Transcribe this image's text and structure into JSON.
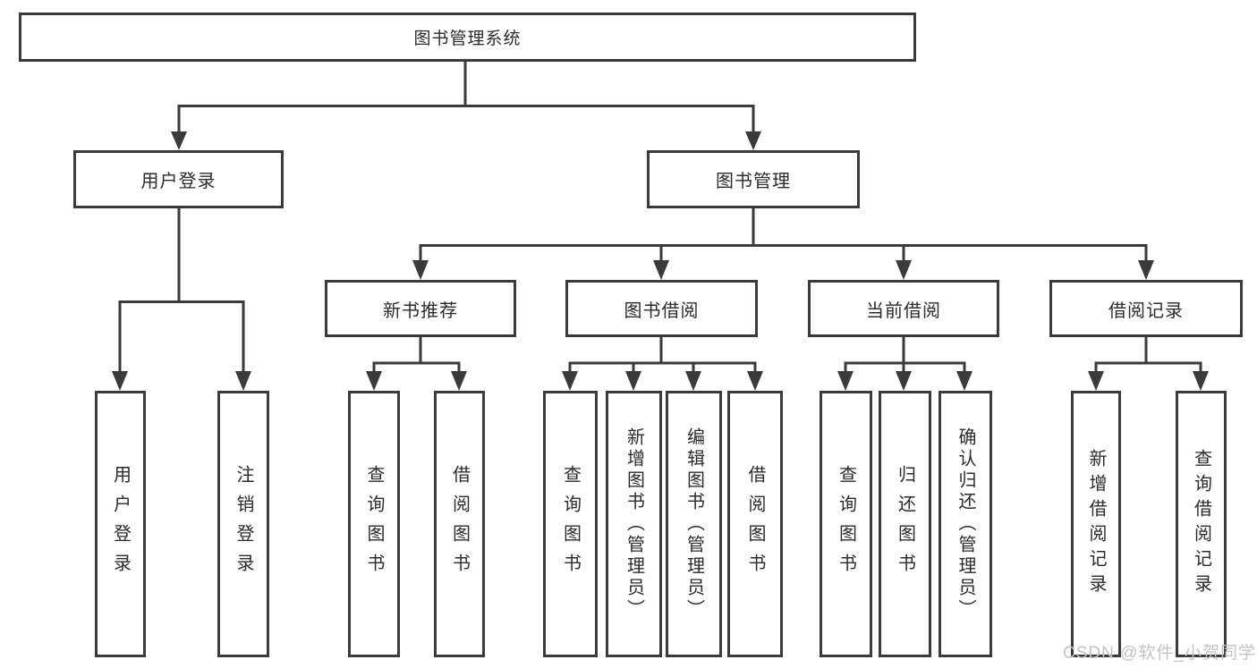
{
  "diagram": {
    "title": "图书管理系统",
    "root": "图书管理系统",
    "user_login": {
      "label": "用户登录",
      "children": [
        "用户登录",
        "注销登录"
      ]
    },
    "book_management": {
      "label": "图书管理",
      "sections": [
        {
          "label": "新书推荐",
          "children": [
            "查询图书",
            "借阅图书"
          ]
        },
        {
          "label": "图书借阅",
          "children": [
            "查询图书",
            "新增图书（管理员）",
            "编辑图书（管理员）",
            "借阅图书"
          ]
        },
        {
          "label": "当前借阅",
          "children": [
            "查询图书",
            "归还图书",
            "确认归还（管理员）"
          ]
        },
        {
          "label": "借阅记录",
          "children": [
            "新增借阅记录",
            "查询借阅记录"
          ]
        }
      ]
    }
  },
  "watermark": "CSDN @软件_小贺同学",
  "colors": {
    "background": "#ffffff",
    "line": "#3a3a3a",
    "border": "#3a3a3a",
    "text": "#2b2b2b",
    "watermark": "#c3c3c3"
  }
}
